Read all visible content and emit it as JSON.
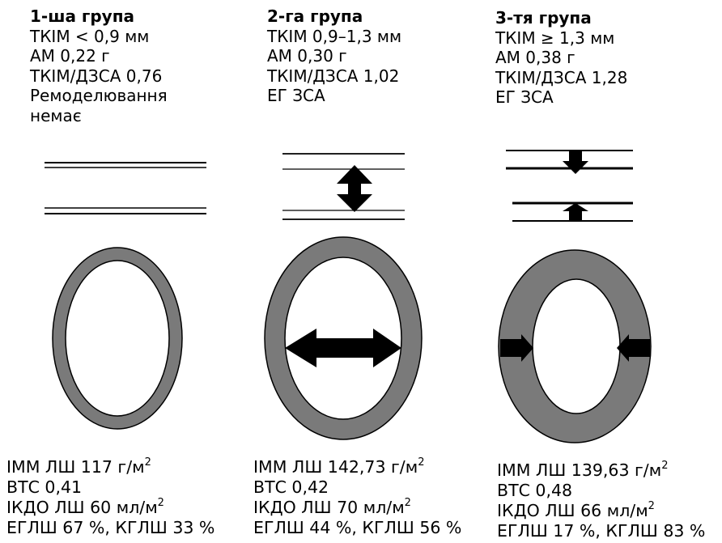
{
  "groups": [
    {
      "title": "1-ша група",
      "lines": [
        "ТКІМ < 0,9 мм",
        "АМ 0,22 г",
        "ТКІМ/ДЗСА 0,76",
        "Ремоделювання",
        "немає"
      ],
      "stats": {
        "imm_prefix": "ІММ ЛШ 117 г/м",
        "imm_sup": "2",
        "vtc": "ВТС 0,41",
        "ikdo_prefix": "ІКДО ЛШ 60 мл/м",
        "ikdo_sup": "2",
        "eglsh": "ЕГЛШ 67 %, КГЛШ 33 %"
      }
    },
    {
      "title": "2-га група",
      "lines": [
        "ТКІМ 0,9–1,3 мм",
        "АМ 0,30 г",
        "ТКІМ/ДЗСА 1,02",
        "ЕГ ЗСА"
      ],
      "stats": {
        "imm_prefix": "ІММ ЛШ 142,73 г/м",
        "imm_sup": "2",
        "vtc": "ВТС 0,42",
        "ikdo_prefix": "ІКДО ЛШ 70 мл/м",
        "ikdo_sup": "2",
        "eglsh": "ЕГЛШ 44 %, КГЛШ 56 %"
      }
    },
    {
      "title": "3-тя група",
      "lines": [
        "ТКІМ ≥ 1,3 мм",
        "АМ 0,38 г",
        "ТКІМ/ДЗСА 1,28",
        "ЕГ ЗСА"
      ],
      "stats": {
        "imm_prefix": "ІММ ЛШ 139,63 г/м",
        "imm_sup": "2",
        "vtc": "ВТС 0,48",
        "ikdo_prefix": "ІКДО ЛШ 66 мл/м",
        "ikdo_sup": "2",
        "eglsh": "ЕГЛШ 17 %, КГЛШ 83 %"
      }
    }
  ],
  "colors": {
    "ring_fill": "#7a7a7a",
    "line": "#000000",
    "background": "#ffffff"
  }
}
